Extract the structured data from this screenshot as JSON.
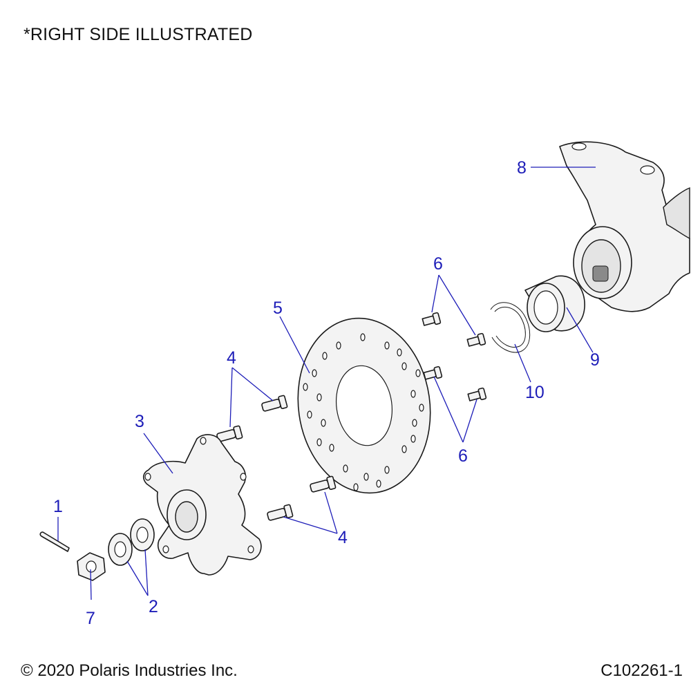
{
  "header": {
    "note": "*RIGHT SIDE ILLUSTRATED"
  },
  "footer": {
    "copyright": "© 2020 Polaris Industries Inc.",
    "drawing_number": "C102261-1"
  },
  "callouts": [
    {
      "id": "c1",
      "label": "1"
    },
    {
      "id": "c2",
      "label": "2"
    },
    {
      "id": "c3",
      "label": "3"
    },
    {
      "id": "c4a",
      "label": "4"
    },
    {
      "id": "c4b",
      "label": "4"
    },
    {
      "id": "c5",
      "label": "5"
    },
    {
      "id": "c6a",
      "label": "6"
    },
    {
      "id": "c6b",
      "label": "6"
    },
    {
      "id": "c7",
      "label": "7"
    },
    {
      "id": "c8",
      "label": "8"
    },
    {
      "id": "c9",
      "label": "9"
    },
    {
      "id": "c10",
      "label": "10"
    }
  ],
  "colors": {
    "callout": "#1d1db8",
    "line": "#1a1a1a",
    "part_fill": "#f3f3f3"
  }
}
